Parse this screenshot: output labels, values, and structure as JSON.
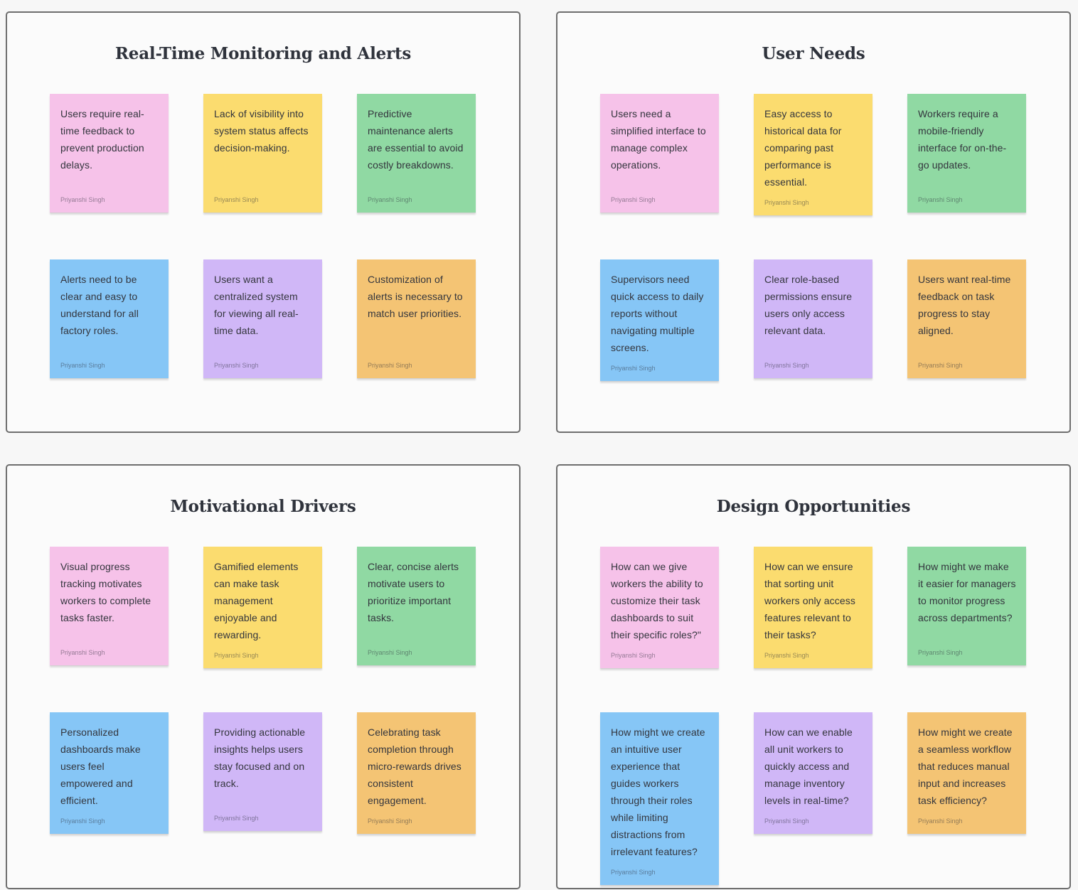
{
  "board": {
    "author": "Priyanshi Singh",
    "palette": {
      "pink": "#F6C2E9",
      "yellow": "#FBDC6F",
      "green": "#90D9A3",
      "blue": "#86C6F6",
      "purple": "#D0B7F7",
      "orange": "#F4C474"
    },
    "sections": [
      {
        "title": "Real-Time Monitoring and Alerts",
        "notes": [
          {
            "color": "#F6C2E9",
            "text": "Users require real-time feedback to prevent production delays."
          },
          {
            "color": "#FBDC6F",
            "text": "Lack of visibility into system status affects decision-making."
          },
          {
            "color": "#90D9A3",
            "text": "Predictive maintenance alerts are essential to avoid costly breakdowns."
          },
          {
            "color": "#86C6F6",
            "text": "Alerts need to be clear and easy to understand for all factory roles."
          },
          {
            "color": "#D0B7F7",
            "text": "Users want a centralized system for viewing all real-time data."
          },
          {
            "color": "#F4C474",
            "text": "Customization of alerts is necessary to match user priorities."
          }
        ]
      },
      {
        "title": "User Needs",
        "notes": [
          {
            "color": "#F6C2E9",
            "text": "Users need a simplified interface to manage complex operations."
          },
          {
            "color": "#FBDC6F",
            "text": "Easy access to historical data for comparing past performance is essential."
          },
          {
            "color": "#90D9A3",
            "text": "Workers require a mobile-friendly interface for on-the-go updates."
          },
          {
            "color": "#86C6F6",
            "text": "Supervisors need quick access to daily reports without navigating multiple screens."
          },
          {
            "color": "#D0B7F7",
            "text": "Clear role-based permissions ensure users only access relevant data."
          },
          {
            "color": "#F4C474",
            "text": "Users want real-time feedback on task progress to stay aligned."
          }
        ]
      },
      {
        "title": "Motivational Drivers",
        "notes": [
          {
            "color": "#F6C2E9",
            "text": "Visual progress tracking motivates workers to complete tasks faster."
          },
          {
            "color": "#FBDC6F",
            "text": "Gamified elements can make task management enjoyable and rewarding."
          },
          {
            "color": "#90D9A3",
            "text": "Clear, concise alerts motivate users to prioritize important tasks."
          },
          {
            "color": "#86C6F6",
            "text": "Personalized dashboards make users feel empowered and efficient."
          },
          {
            "color": "#D0B7F7",
            "text": "Providing actionable insights helps users stay focused and on track."
          },
          {
            "color": "#F4C474",
            "text": "Celebrating task completion through micro-rewards drives consistent engagement."
          }
        ]
      },
      {
        "title": "Design Opportunities",
        "notes": [
          {
            "color": "#F6C2E9",
            "text": "How can we give workers the ability to customize their task dashboards to suit their specific roles?\""
          },
          {
            "color": "#FBDC6F",
            "text": "How can we ensure that sorting unit workers only access features relevant to their tasks?"
          },
          {
            "color": "#90D9A3",
            "text": "How might we make it easier for managers to monitor progress across departments?"
          },
          {
            "color": "#86C6F6",
            "text": "How might we create an intuitive user experience that guides workers through their roles while limiting distractions from irrelevant features?"
          },
          {
            "color": "#D0B7F7",
            "text": "How can we enable all unit workers to quickly access and manage inventory levels in real-time?"
          },
          {
            "color": "#F4C474",
            "text": "How might we create a seamless workflow that reduces manual input and increases task efficiency?"
          }
        ]
      }
    ]
  }
}
